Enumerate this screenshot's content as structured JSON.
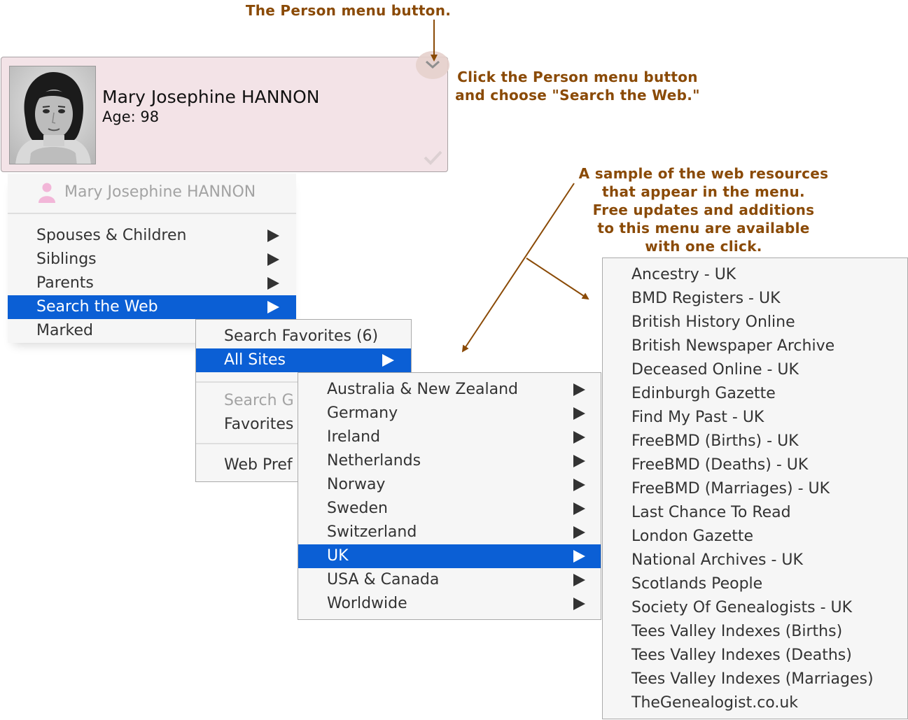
{
  "annotations": {
    "menu_button": "The Person menu button.",
    "click_line1": "Click the Person menu button",
    "click_line2": "and choose \"Search the Web.\"",
    "sample_lines": [
      "A sample of the web resources",
      "that appear in the menu.",
      "Free updates and additions",
      "to this menu are available",
      "with one click."
    ]
  },
  "person": {
    "name": "Mary Josephine HANNON",
    "age": "Age: 98",
    "gender_color": "#f2b6d8"
  },
  "person_menu": {
    "header": "Mary Josephine HANNON",
    "items": [
      "Spouses & Children",
      "Siblings",
      "Parents",
      "Search the Web",
      "Marked"
    ]
  },
  "web_menu": {
    "items": [
      "Search Favorites (6)",
      "All Sites",
      "Search G",
      "Favorites",
      "Web Pref"
    ]
  },
  "sites_menu": {
    "items": [
      "Australia & New Zealand",
      "Germany",
      "Ireland",
      "Netherlands",
      "Norway",
      "Sweden",
      "Switzerland",
      "UK",
      "USA & Canada",
      "Worldwide"
    ]
  },
  "uk_menu": {
    "items": [
      "Ancestry - UK",
      "BMD Registers - UK",
      "British History Online",
      "British Newspaper Archive",
      "Deceased Online - UK",
      "Edinburgh Gazette",
      "Find My Past - UK",
      "FreeBMD (Births) - UK",
      "FreeBMD (Deaths) - UK",
      "FreeBMD (Marriages) - UK",
      "Last Chance To Read",
      "London Gazette",
      "National Archives - UK",
      "Scotlands People",
      "Society Of Genealogists - UK",
      "Tees Valley Indexes (Births)",
      "Tees Valley Indexes (Deaths)",
      "Tees Valley Indexes (Marriages)",
      "TheGenealogist.co.uk"
    ]
  },
  "colors": {
    "annotation": "#8a4a06",
    "highlight": "#0b5fd5",
    "card_bg": "#f3e3e7",
    "menu_bg": "#f6f6f6"
  }
}
